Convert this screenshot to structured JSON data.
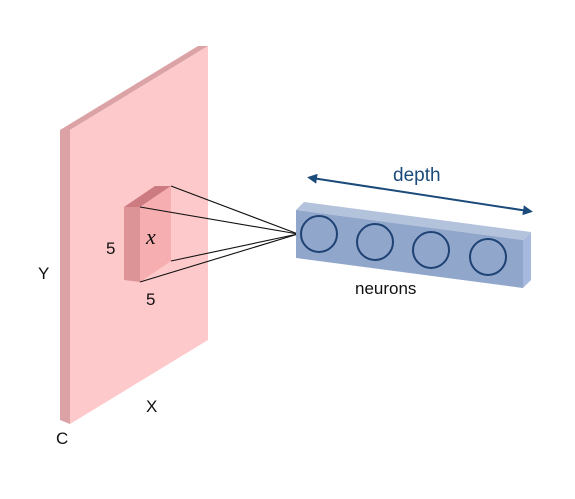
{
  "labels": {
    "depth": "depth",
    "neurons": "neurons",
    "y_axis": "Y",
    "x_axis": "X",
    "channels": "C",
    "filter_height": "5",
    "filter_width": "5",
    "filter_input": "x"
  },
  "colors": {
    "volume_face": "#fdc9cb",
    "volume_edge": "#dca3a6",
    "filter_face": "#f6aeb1",
    "filter_side": "#dd9497",
    "filter_top": "#cc7b80",
    "neuron_bar_front": "#91a6cb",
    "neuron_bar_top": "#b4c3dc",
    "neuron_bar_end": "#a7b9de",
    "neuron_outline": "#1e4274",
    "depth_arrow": "#1b4b7a",
    "connection_lines": "#111111"
  }
}
